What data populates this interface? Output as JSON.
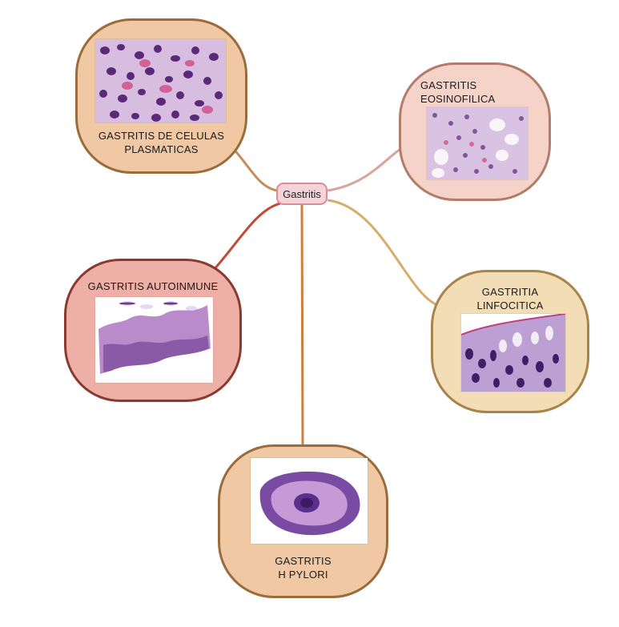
{
  "center": {
    "label": "Gastritis"
  },
  "nodes": {
    "plasmaticas": {
      "label": "GASTRITIS DE CELULAS\nPLASMATICAS",
      "image": "plasma-cell-histology",
      "fill": "#f0c8a4",
      "border": "#9a6c3c"
    },
    "eosinofilica": {
      "label": "GASTRITIS\nEOSINOFILICA",
      "image": "eosinophilic-histology",
      "fill": "#f5d3c8",
      "border": "#b37c6a"
    },
    "autoinmune": {
      "label": "GASTRITIS  AUTOINMUNE",
      "image": "autoimmune-mucosa-histology",
      "fill": "#eeb0a6",
      "border": "#8a3b30"
    },
    "linfocitica": {
      "label": "GASTRITIA\nLINFOCITICA",
      "image": "lymphocytic-epithelium-histology",
      "fill": "#f3ddb6",
      "border": "#a8844a"
    },
    "hpylori": {
      "label": "GASTRITIS\nH PYLORI",
      "image": "h-pylori-section-histology",
      "fill": "#f0c8a4",
      "border": "#9a6c3c"
    }
  },
  "connector_colors": {
    "plasmaticas": "#c78d59",
    "eosinofilica": "#d9a49a",
    "autoinmune": "#c04a36",
    "linfocitica": "#d6ae6a",
    "hpylori": "#cd7f3e"
  }
}
